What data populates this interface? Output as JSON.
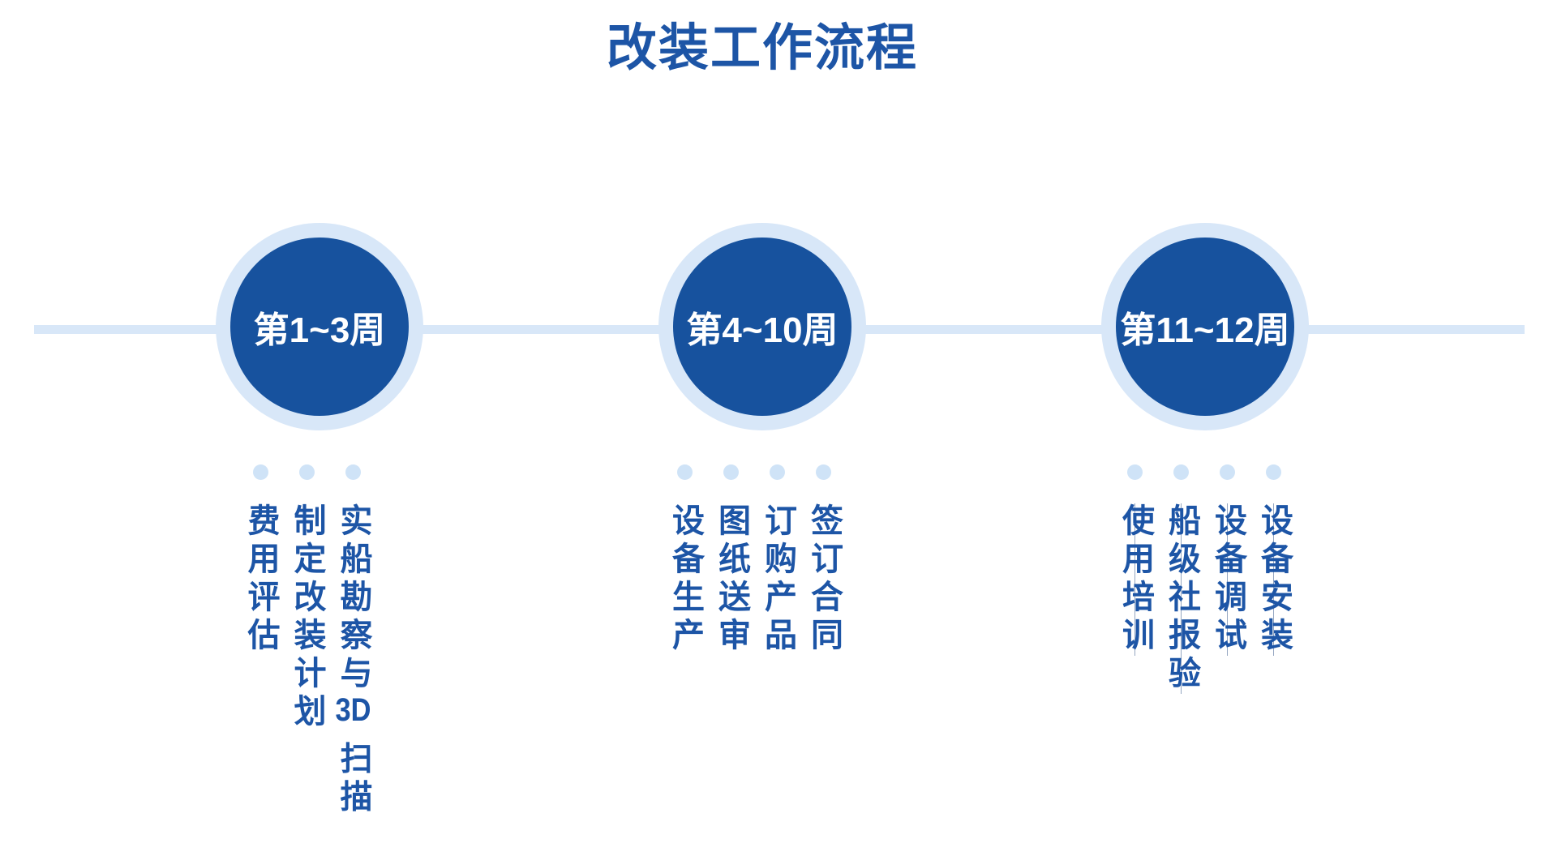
{
  "title": "改装工作流程",
  "colors": {
    "circle_blue": "#17529e",
    "text_blue": "#1d55a6",
    "light_blue": "#d8e7f8",
    "dot_blue": "#cfe3f7",
    "label_white": "#ffffff"
  },
  "milestones": [
    {
      "label": "第1~3周",
      "items": [
        "实船勘察与3D 扫描",
        "制定改装计划",
        "费用评估"
      ]
    },
    {
      "label": "第4~10周",
      "items": [
        "签订合同",
        "订购产品",
        "图纸送审",
        "设备生产"
      ]
    },
    {
      "label": "第11~12周",
      "items": [
        "设备安装",
        "设备调试",
        "船级社报验",
        "使用培训"
      ]
    }
  ]
}
